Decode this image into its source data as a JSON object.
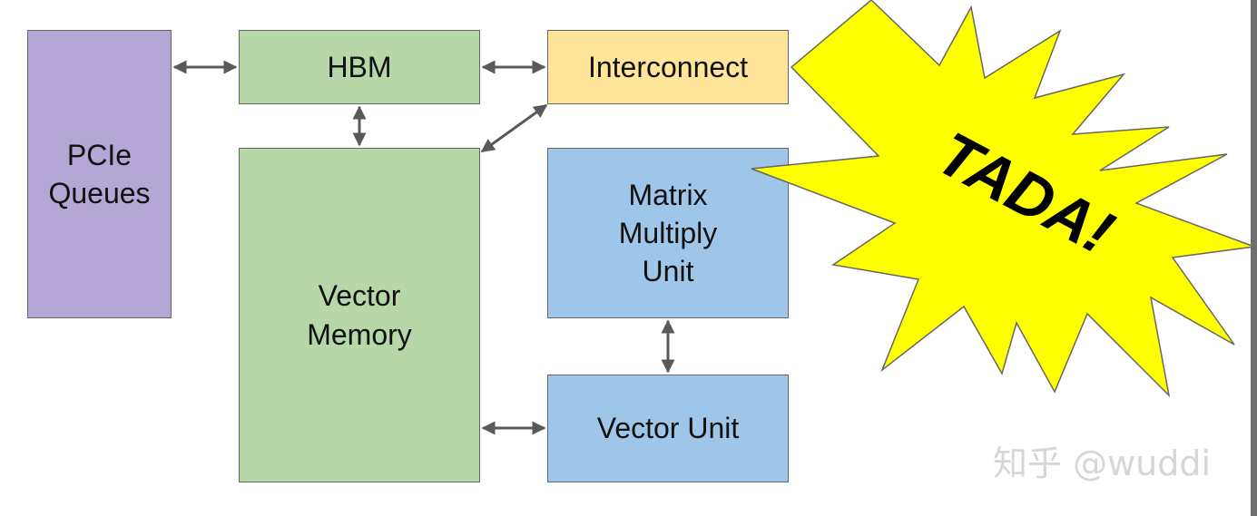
{
  "diagram": {
    "blocks": {
      "pcie": {
        "label": "PCIe\nQueues",
        "color": "#b4a7d6"
      },
      "hbm": {
        "label": "HBM",
        "color": "#b6d7a8"
      },
      "interconnect": {
        "label": "Interconnect",
        "color": "#ffe599"
      },
      "vector_memory": {
        "label": "Vector\nMemory",
        "color": "#b6d7a8"
      },
      "matrix_multiply_unit": {
        "label": "Matrix\nMultiply\nUnit",
        "color": "#9fc5e8"
      },
      "vector_unit": {
        "label": "Vector Unit",
        "color": "#9fc5e8"
      }
    },
    "connections": [
      {
        "from": "PCIe Queues",
        "to": "HBM",
        "direction": "bidirectional"
      },
      {
        "from": "HBM",
        "to": "Interconnect",
        "direction": "bidirectional"
      },
      {
        "from": "HBM",
        "to": "Vector Memory",
        "direction": "bidirectional"
      },
      {
        "from": "Interconnect",
        "to": "Vector Memory",
        "direction": "bidirectional"
      },
      {
        "from": "Matrix Multiply Unit",
        "to": "Vector Unit",
        "direction": "bidirectional"
      },
      {
        "from": "Vector Memory",
        "to": "Vector Unit",
        "direction": "bidirectional"
      }
    ],
    "arrow_color": "#595959",
    "border_color": "#666666"
  },
  "callout": {
    "text": "TADA!",
    "fill_color": "#ffff00",
    "stroke_color": "#666666"
  },
  "watermark": {
    "text": "知乎 @wuddi"
  }
}
